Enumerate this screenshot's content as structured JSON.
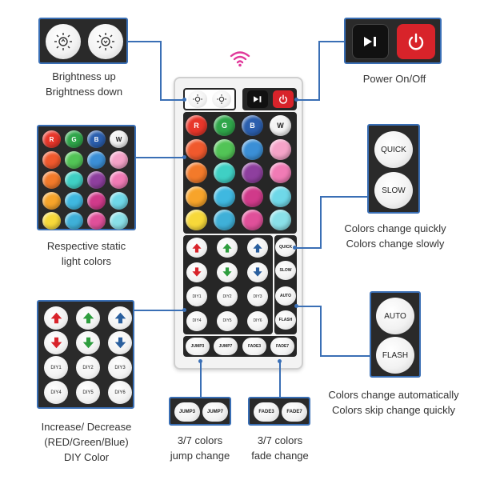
{
  "labels": {
    "brightness": [
      "Brightness up",
      "Brightness down"
    ],
    "power": "Power On/Off",
    "static_colors": [
      "Respective static",
      "light colors"
    ],
    "quick_slow": [
      "Colors change quickly",
      "Colors change slowly"
    ],
    "diy": [
      "Increase/ Decrease",
      "(RED/Green/Blue)",
      "DIY Color"
    ],
    "jump": [
      "3/7 colors",
      "jump change"
    ],
    "fade": [
      "3/7 colors",
      "fade change"
    ],
    "auto_flash": [
      "Colors change automatically",
      "Colors skip change quickly"
    ]
  },
  "buttons": {
    "R": "R",
    "G": "G",
    "B": "B",
    "W": "W",
    "quick": "QUICK",
    "slow": "SLOW",
    "auto": "AUTO",
    "flash": "FLASH",
    "diy1": "DIY1",
    "diy2": "DIY2",
    "diy3": "DIY3",
    "diy4": "DIY4",
    "diy5": "DIY5",
    "diy6": "DIY6",
    "jump3": "JUMP3",
    "jump7": "JUMP7",
    "fade3": "FADE3",
    "fade7": "FADE7"
  },
  "colors": {
    "accent": "#3a6fb5",
    "wifi": "#e0389a",
    "power_red": "#d8232a",
    "arrow_red": "#d8232a",
    "arrow_green": "#2e9d3e",
    "arrow_blue": "#2a5f9e",
    "palette": [
      [
        "#e8362a",
        "#2fa64a",
        "#2b5fae",
        "#f4f4f4"
      ],
      [
        "#f0592d",
        "#52c456",
        "#3b8fd6",
        "#f5a3c8"
      ],
      [
        "#f37a2a",
        "#3fd0c4",
        "#8e3f9e",
        "#f07bb5"
      ],
      [
        "#f7a42a",
        "#3fb8e0",
        "#d03a8a",
        "#6fd8e8"
      ],
      [
        "#f7d93a",
        "#3fb0d8",
        "#e0509a",
        "#8ae0e8"
      ]
    ]
  }
}
